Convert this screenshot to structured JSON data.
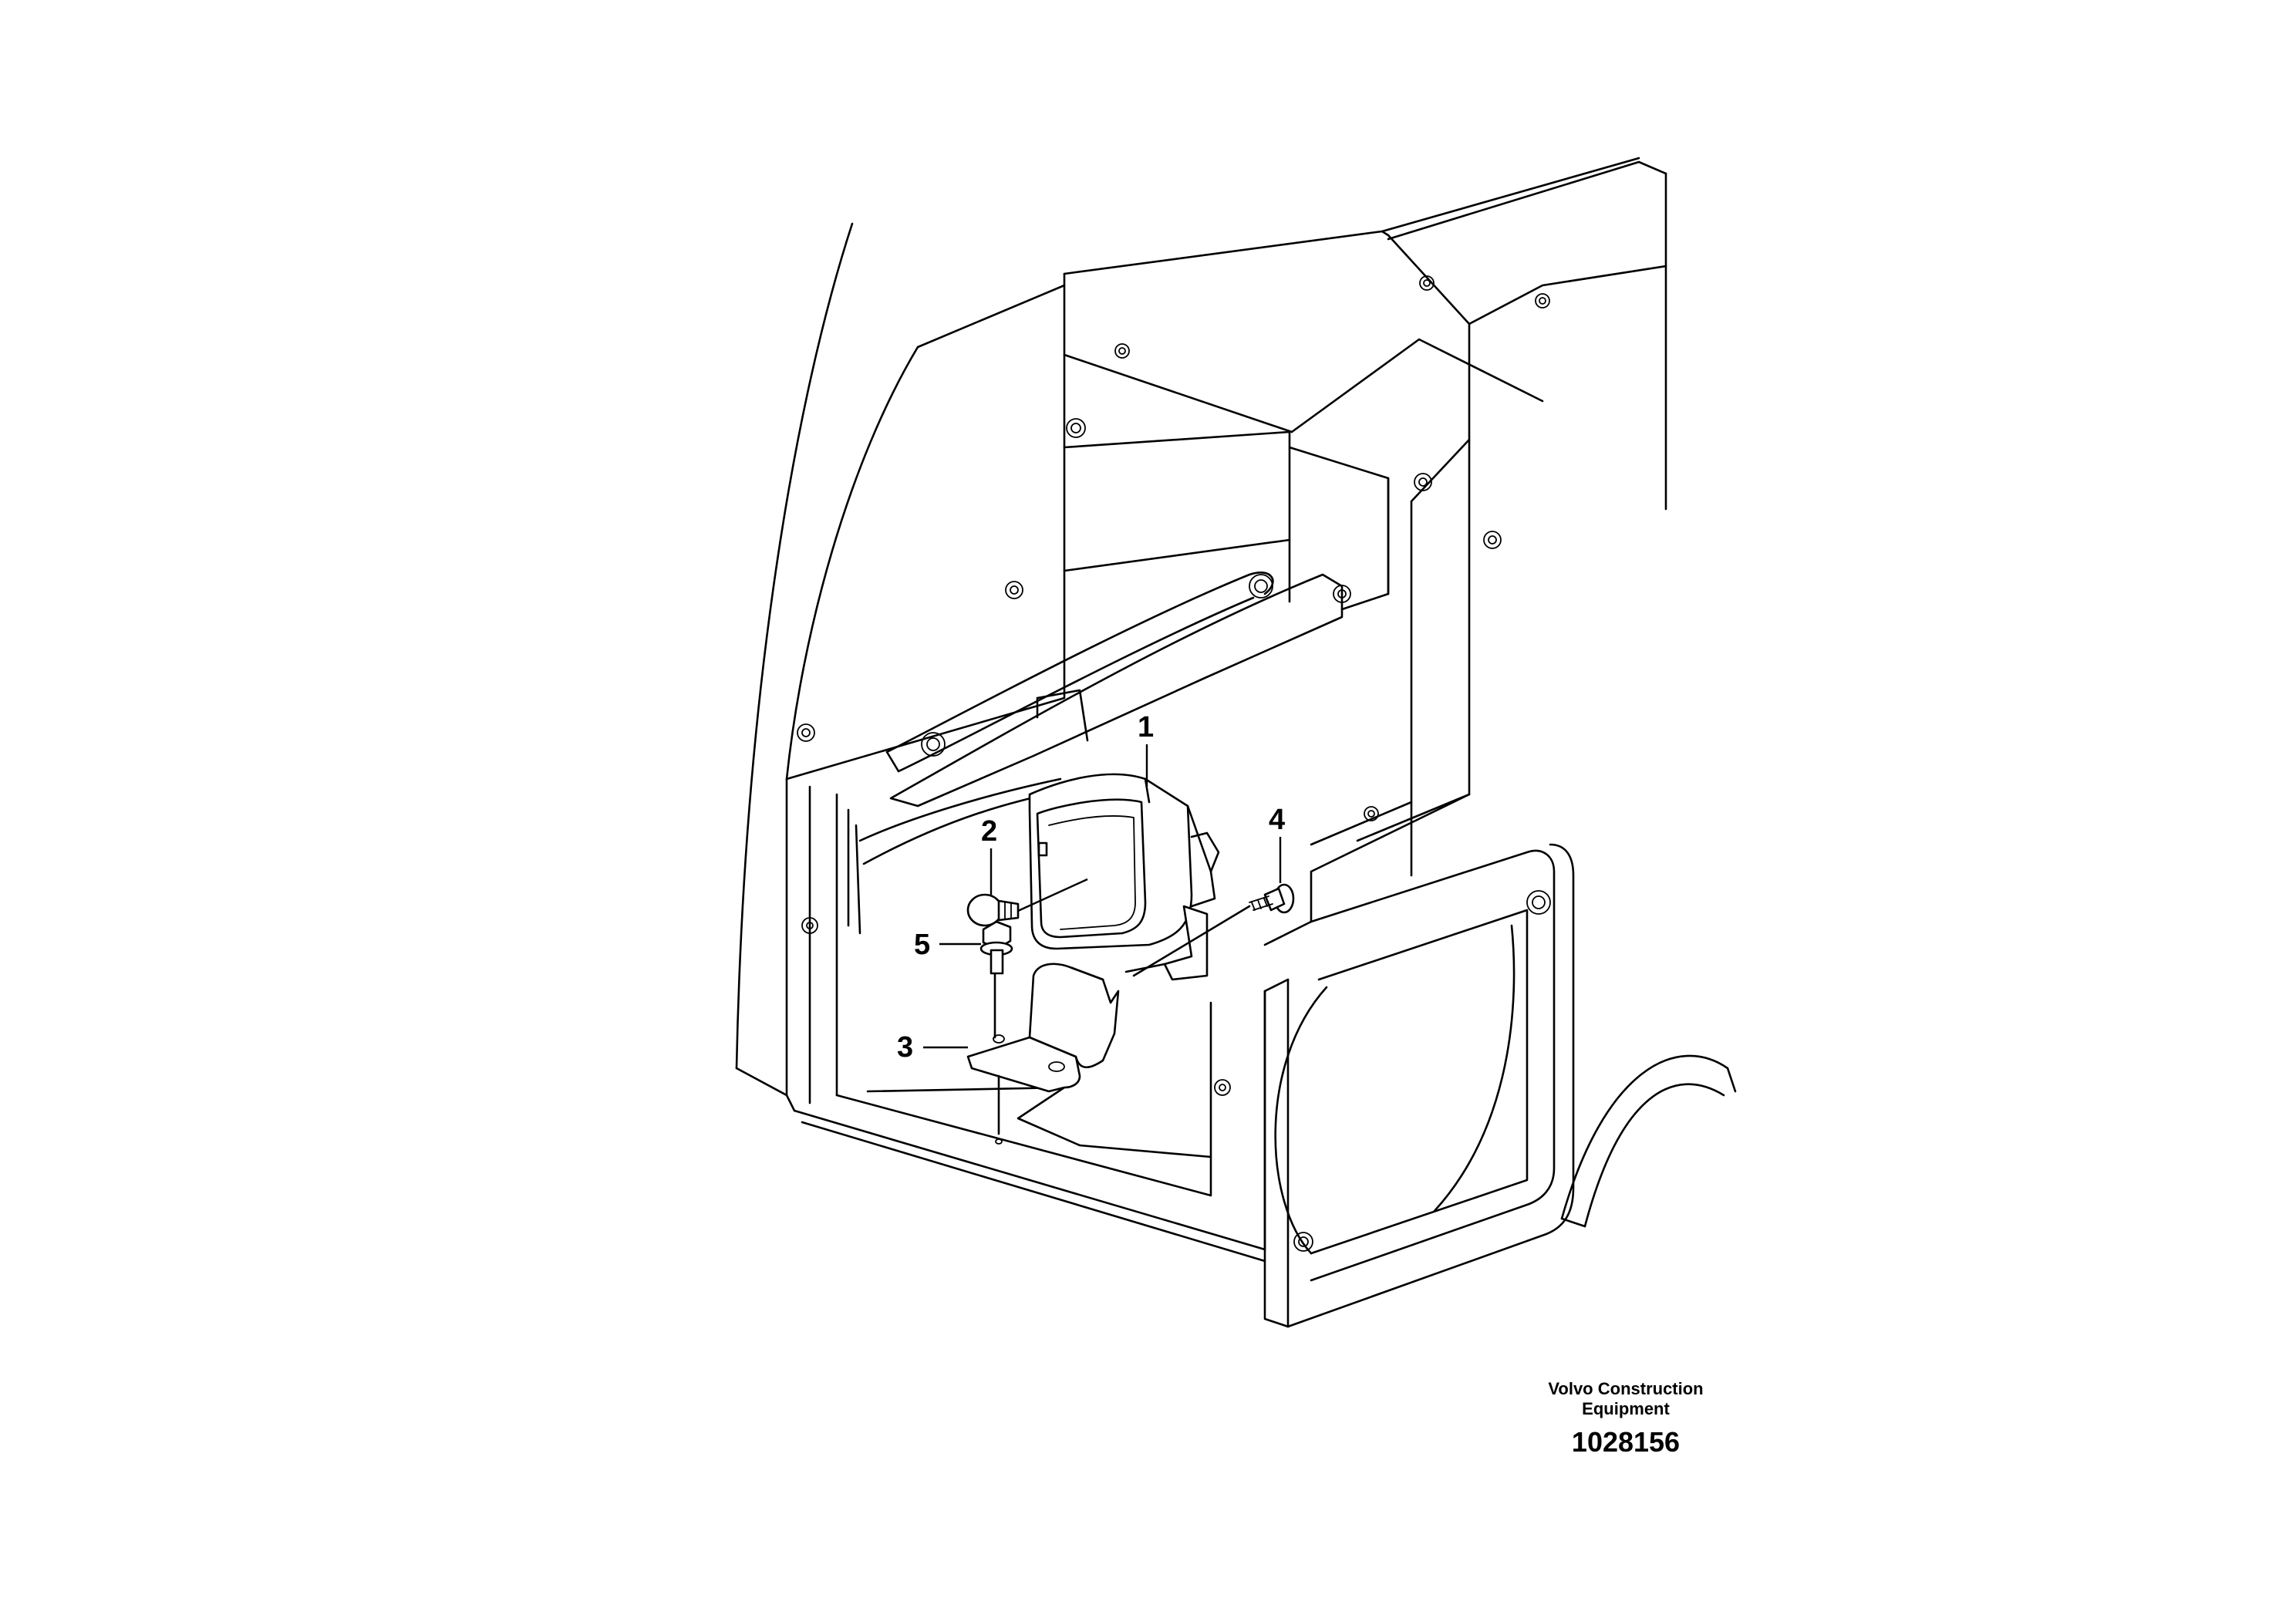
{
  "diagram": {
    "callouts": [
      "1",
      "2",
      "3",
      "4",
      "5"
    ]
  },
  "footer": {
    "company_line1": "Volvo Construction",
    "company_line2": "Equipment",
    "figure_number": "1028156"
  }
}
